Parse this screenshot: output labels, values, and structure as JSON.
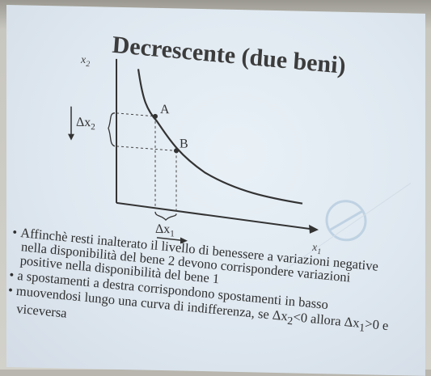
{
  "slide": {
    "title": "Decrescente (due beni)",
    "graph": {
      "y_axis_label": "x",
      "y_axis_sub": "2",
      "x_axis_label": "x",
      "x_axis_sub": "1",
      "point_a": "A",
      "point_b": "B",
      "delta_y_label": "Δx",
      "delta_y_sub": "2",
      "delta_x_label": "Δx",
      "delta_x_sub": "1"
    },
    "bullets": [
      {
        "lines": [
          "Affinchè resti inalterato il livello di benessere a variazioni negative",
          "nella disponibilità del bene 2 devono corrispondere variazioni",
          "positive nella disponibilità del bene 1"
        ]
      },
      {
        "lines": [
          "a spostamenti a destra corrispondono spostamenti in basso"
        ]
      },
      {
        "lines": [
          "muovendosi lungo una curva di indifferenza, se Δx",
          "2",
          "<0 allora Δx",
          "1",
          ">0 e",
          "viceversa"
        ]
      }
    ]
  }
}
